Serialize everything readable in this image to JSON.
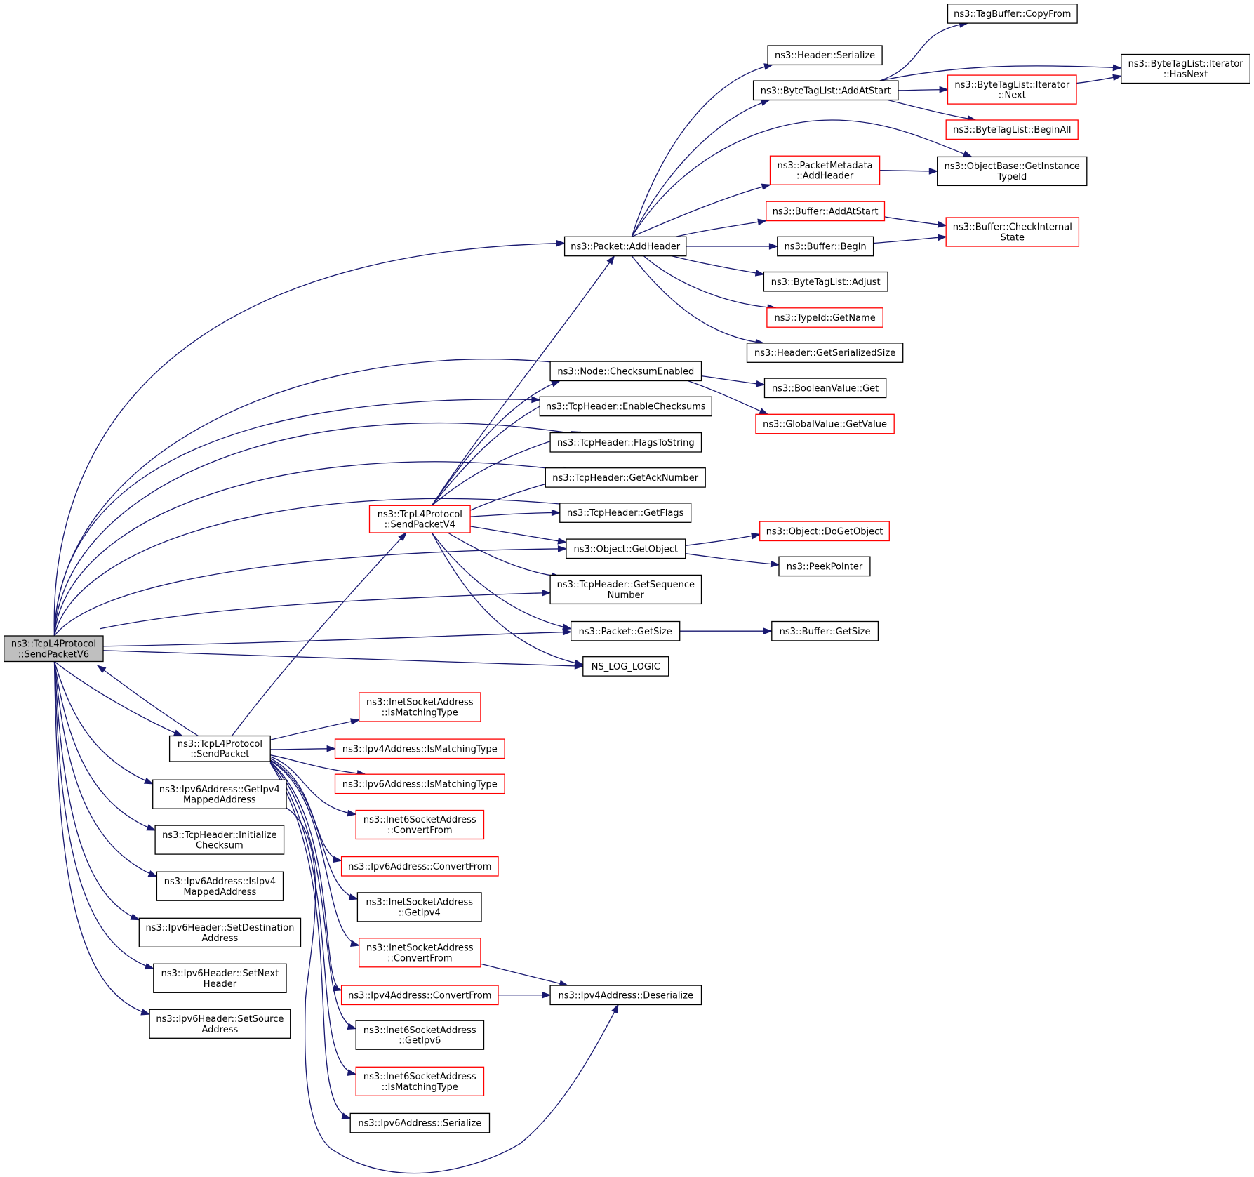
{
  "diagram": {
    "type": "call-graph",
    "colors": {
      "edge": "#191970",
      "node_border": "#000000",
      "node_border_truncated": "#ff0000",
      "focus_fill": "#bfbfbf"
    },
    "nodes": [
      {
        "id": "sendv6",
        "lines": [
          "ns3::TcpL4Protocol",
          "::SendPacketV6"
        ],
        "style": "focus"
      },
      {
        "id": "sendpacket",
        "lines": [
          "ns3::TcpL4Protocol",
          "::SendPacket"
        ],
        "style": "normal"
      },
      {
        "id": "sendv4",
        "lines": [
          "ns3::TcpL4Protocol",
          "::SendPacketV4"
        ],
        "style": "red"
      },
      {
        "id": "addheader",
        "lines": [
          "ns3::Packet::AddHeader"
        ],
        "style": "normal"
      },
      {
        "id": "hdrserialize",
        "lines": [
          "ns3::Header::Serialize"
        ],
        "style": "normal"
      },
      {
        "id": "btladdatstart",
        "lines": [
          "ns3::ByteTagList::AddAtStart"
        ],
        "style": "normal"
      },
      {
        "id": "tagcopyfrom",
        "lines": [
          "ns3::TagBuffer::CopyFrom"
        ],
        "style": "normal"
      },
      {
        "id": "hasnext",
        "lines": [
          "ns3::ByteTagList::Iterator",
          "::HasNext"
        ],
        "style": "normal"
      },
      {
        "id": "itnext",
        "lines": [
          "ns3::ByteTagList::Iterator",
          "::Next"
        ],
        "style": "red"
      },
      {
        "id": "beginall",
        "lines": [
          "ns3::ByteTagList::BeginAll"
        ],
        "style": "red"
      },
      {
        "id": "pmaddheader",
        "lines": [
          "ns3::PacketMetadata",
          "::AddHeader"
        ],
        "style": "red"
      },
      {
        "id": "getinstancetypeid",
        "lines": [
          "ns3::ObjectBase::GetInstance",
          "TypeId"
        ],
        "style": "normal"
      },
      {
        "id": "bufaddatstart",
        "lines": [
          "ns3::Buffer::AddAtStart"
        ],
        "style": "red"
      },
      {
        "id": "checkinternal",
        "lines": [
          "ns3::Buffer::CheckInternal",
          "State"
        ],
        "style": "red"
      },
      {
        "id": "bufbegin",
        "lines": [
          "ns3::Buffer::Begin"
        ],
        "style": "normal"
      },
      {
        "id": "btladjust",
        "lines": [
          "ns3::ByteTagList::Adjust"
        ],
        "style": "normal"
      },
      {
        "id": "typeidgetname",
        "lines": [
          "ns3::TypeId::GetName"
        ],
        "style": "red"
      },
      {
        "id": "getserializedsize",
        "lines": [
          "ns3::Header::GetSerializedSize"
        ],
        "style": "normal"
      },
      {
        "id": "checksumenabled",
        "lines": [
          "ns3::Node::ChecksumEnabled"
        ],
        "style": "normal"
      },
      {
        "id": "booleanget",
        "lines": [
          "ns3::BooleanValue::Get"
        ],
        "style": "normal"
      },
      {
        "id": "globalgetvalue",
        "lines": [
          "ns3::GlobalValue::GetValue"
        ],
        "style": "red"
      },
      {
        "id": "enablechecksums",
        "lines": [
          "ns3::TcpHeader::EnableChecksums"
        ],
        "style": "normal"
      },
      {
        "id": "flagstostring",
        "lines": [
          "ns3::TcpHeader::FlagsToString"
        ],
        "style": "normal"
      },
      {
        "id": "getacknumber",
        "lines": [
          "ns3::TcpHeader::GetAckNumber"
        ],
        "style": "normal"
      },
      {
        "id": "getflags",
        "lines": [
          "ns3::TcpHeader::GetFlags"
        ],
        "style": "normal"
      },
      {
        "id": "getobject",
        "lines": [
          "ns3::Object::GetObject"
        ],
        "style": "normal"
      },
      {
        "id": "dogetobject",
        "lines": [
          "ns3::Object::DoGetObject"
        ],
        "style": "red"
      },
      {
        "id": "peekpointer",
        "lines": [
          "ns3::PeekPointer"
        ],
        "style": "normal"
      },
      {
        "id": "getsequencenumber",
        "lines": [
          "ns3::TcpHeader::GetSequence",
          "Number"
        ],
        "style": "normal"
      },
      {
        "id": "packetgetsize",
        "lines": [
          "ns3::Packet::GetSize"
        ],
        "style": "normal"
      },
      {
        "id": "buffergetsize",
        "lines": [
          "ns3::Buffer::GetSize"
        ],
        "style": "normal"
      },
      {
        "id": "nslog",
        "lines": [
          "NS_LOG_LOGIC"
        ],
        "style": "normal"
      },
      {
        "id": "inetismatching",
        "lines": [
          "ns3::InetSocketAddress",
          "::IsMatchingType"
        ],
        "style": "red"
      },
      {
        "id": "ipv4ismatching",
        "lines": [
          "ns3::Ipv4Address::IsMatchingType"
        ],
        "style": "red"
      },
      {
        "id": "ipv6ismatching",
        "lines": [
          "ns3::Ipv6Address::IsMatchingType"
        ],
        "style": "red"
      },
      {
        "id": "inet6convertfrom",
        "lines": [
          "ns3::Inet6SocketAddress",
          "::ConvertFrom"
        ],
        "style": "red"
      },
      {
        "id": "ipv6convertfrom",
        "lines": [
          "ns3::Ipv6Address::ConvertFrom"
        ],
        "style": "red"
      },
      {
        "id": "inetgetipv4",
        "lines": [
          "ns3::InetSocketAddress",
          "::GetIpv4"
        ],
        "style": "normal"
      },
      {
        "id": "inetconvertfrom",
        "lines": [
          "ns3::InetSocketAddress",
          "::ConvertFrom"
        ],
        "style": "red"
      },
      {
        "id": "ipv4convertfrom",
        "lines": [
          "ns3::Ipv4Address::ConvertFrom"
        ],
        "style": "red"
      },
      {
        "id": "ipv4deserialize",
        "lines": [
          "ns3::Ipv4Address::Deserialize"
        ],
        "style": "normal"
      },
      {
        "id": "inet6getipv6",
        "lines": [
          "ns3::Inet6SocketAddress",
          "::GetIpv6"
        ],
        "style": "normal"
      },
      {
        "id": "inet6ismatching",
        "lines": [
          "ns3::Inet6SocketAddress",
          "::IsMatchingType"
        ],
        "style": "red"
      },
      {
        "id": "ipv6serialize",
        "lines": [
          "ns3::Ipv6Address::Serialize"
        ],
        "style": "normal"
      },
      {
        "id": "getipv4mapped",
        "lines": [
          "ns3::Ipv6Address::GetIpv4",
          "MappedAddress"
        ],
        "style": "normal"
      },
      {
        "id": "initchecksum",
        "lines": [
          "ns3::TcpHeader::Initialize",
          "Checksum"
        ],
        "style": "normal"
      },
      {
        "id": "isipv4mapped",
        "lines": [
          "ns3::Ipv6Address::IsIpv4",
          "MappedAddress"
        ],
        "style": "normal"
      },
      {
        "id": "setdest",
        "lines": [
          "ns3::Ipv6Header::SetDestination",
          "Address"
        ],
        "style": "normal"
      },
      {
        "id": "setnext",
        "lines": [
          "ns3::Ipv6Header::SetNext",
          "Header"
        ],
        "style": "normal"
      },
      {
        "id": "setsource",
        "lines": [
          "ns3::Ipv6Header::SetSource",
          "Address"
        ],
        "style": "normal"
      }
    ],
    "edges": [
      [
        "sendv6",
        "addheader"
      ],
      [
        "sendv6",
        "checksumenabled"
      ],
      [
        "sendv6",
        "enablechecksums"
      ],
      [
        "sendv6",
        "flagstostring"
      ],
      [
        "sendv6",
        "getacknumber"
      ],
      [
        "sendv6",
        "getflags"
      ],
      [
        "sendv6",
        "getobject"
      ],
      [
        "sendv6",
        "getsequencenumber"
      ],
      [
        "sendv6",
        "packetgetsize"
      ],
      [
        "sendv6",
        "nslog"
      ],
      [
        "sendv6",
        "sendpacket"
      ],
      [
        "sendpacket",
        "sendv6"
      ],
      [
        "sendv6",
        "getipv4mapped"
      ],
      [
        "sendv6",
        "initchecksum"
      ],
      [
        "sendv6",
        "isipv4mapped"
      ],
      [
        "sendv6",
        "setdest"
      ],
      [
        "sendv6",
        "setnext"
      ],
      [
        "sendv6",
        "setsource"
      ],
      [
        "sendpacket",
        "sendv4"
      ],
      [
        "sendpacket",
        "inetismatching"
      ],
      [
        "sendpacket",
        "ipv4ismatching"
      ],
      [
        "sendpacket",
        "ipv6ismatching"
      ],
      [
        "sendpacket",
        "inet6convertfrom"
      ],
      [
        "sendpacket",
        "ipv6convertfrom"
      ],
      [
        "sendpacket",
        "inetgetipv4"
      ],
      [
        "sendpacket",
        "inetconvertfrom"
      ],
      [
        "sendpacket",
        "ipv4convertfrom"
      ],
      [
        "sendpacket",
        "inet6getipv6"
      ],
      [
        "sendpacket",
        "inet6ismatching"
      ],
      [
        "sendpacket",
        "ipv6serialize"
      ],
      [
        "getipv4mapped",
        "ipv4deserialize"
      ],
      [
        "inetconvertfrom",
        "ipv4deserialize"
      ],
      [
        "ipv4convertfrom",
        "ipv4deserialize"
      ],
      [
        "sendv4",
        "addheader"
      ],
      [
        "sendv4",
        "checksumenabled"
      ],
      [
        "sendv4",
        "enablechecksums"
      ],
      [
        "sendv4",
        "flagstostring"
      ],
      [
        "sendv4",
        "getacknumber"
      ],
      [
        "sendv4",
        "getflags"
      ],
      [
        "sendv4",
        "getobject"
      ],
      [
        "sendv4",
        "getsequencenumber"
      ],
      [
        "sendv4",
        "packetgetsize"
      ],
      [
        "sendv4",
        "nslog"
      ],
      [
        "addheader",
        "hdrserialize"
      ],
      [
        "addheader",
        "btladdatstart"
      ],
      [
        "addheader",
        "getinstancetypeid"
      ],
      [
        "addheader",
        "pmaddheader"
      ],
      [
        "addheader",
        "bufaddatstart"
      ],
      [
        "addheader",
        "bufbegin"
      ],
      [
        "addheader",
        "btladjust"
      ],
      [
        "addheader",
        "typeidgetname"
      ],
      [
        "addheader",
        "getserializedsize"
      ],
      [
        "btladdatstart",
        "tagcopyfrom"
      ],
      [
        "btladdatstart",
        "hasnext"
      ],
      [
        "btladdatstart",
        "itnext"
      ],
      [
        "btladdatstart",
        "beginall"
      ],
      [
        "itnext",
        "hasnext"
      ],
      [
        "pmaddheader",
        "getinstancetypeid"
      ],
      [
        "bufaddatstart",
        "checkinternal"
      ],
      [
        "bufbegin",
        "checkinternal"
      ],
      [
        "checksumenabled",
        "booleanget"
      ],
      [
        "checksumenabled",
        "globalgetvalue"
      ],
      [
        "getobject",
        "dogetobject"
      ],
      [
        "getobject",
        "peekpointer"
      ],
      [
        "packetgetsize",
        "buffergetsize"
      ]
    ]
  }
}
